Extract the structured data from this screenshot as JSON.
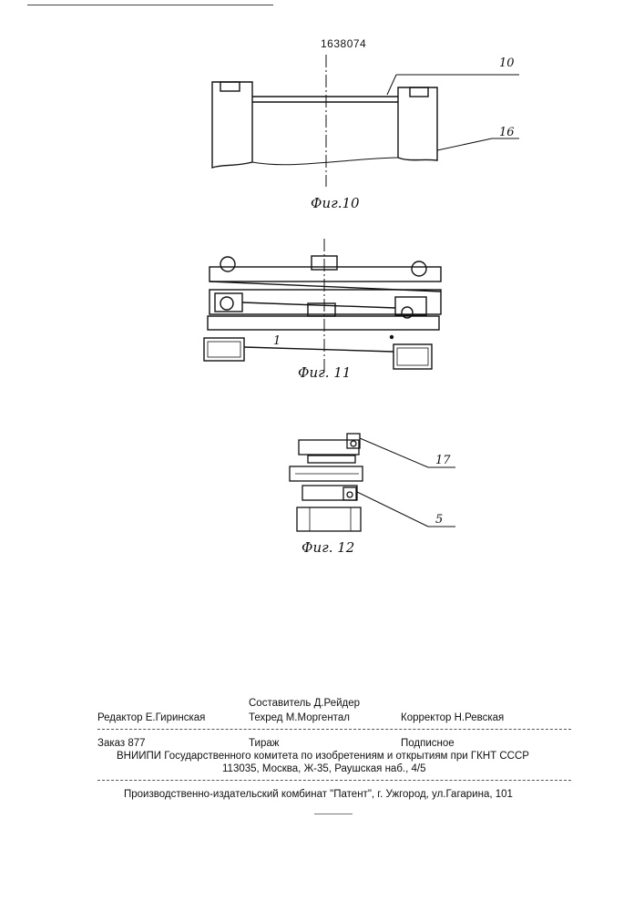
{
  "header": {
    "patent_number": "1638074"
  },
  "figures": {
    "fig10": {
      "caption": "Фиг.10",
      "refs": [
        "10",
        "16"
      ]
    },
    "fig11": {
      "caption": "Фиг. 11",
      "refs": [
        "1"
      ]
    },
    "fig12": {
      "caption": "Фиг. 12",
      "refs": [
        "17",
        "5"
      ]
    }
  },
  "imprint": {
    "compiler": "Составитель Д.Рейдер",
    "editor": "Редактор  Е.Гиринская",
    "techred": "Техред М.Моргентал",
    "corrector": "Корректор Н.Ревская",
    "order": "Заказ  877",
    "circulation": "Тираж",
    "subscription": "Подписное",
    "institute": "ВНИИПИ Государственного комитета по изобретениям и открытиям при ГКНТ СССР",
    "address": "113035, Москва, Ж-35, Раушская наб., 4/5",
    "publisher": "Производственно-издательский комбинат \"Патент\", г. Ужгород, ул.Гагарина, 101"
  }
}
